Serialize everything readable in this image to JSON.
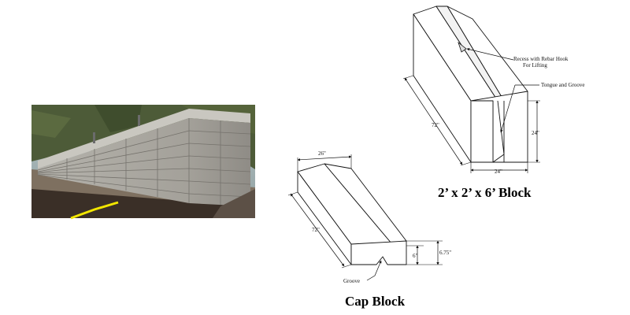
{
  "photo": {
    "subject": "Retaining wall built from textured stone-face concrete blocks",
    "colors": {
      "sky": "#9fb1b6",
      "trees": "#4b5a36",
      "block": "#a8a69f",
      "soil": "#3a2f27",
      "tape": "#f2e600"
    }
  },
  "large_block": {
    "title": "2’ x 2’ x 6’ Block",
    "dims": {
      "length": "72\"",
      "height": "24\"",
      "width": "24\""
    },
    "callouts": {
      "recess_line1": "Recess with Rebar Hook",
      "recess_line2": "For Lifting",
      "tongue": "Tongue and Groove"
    }
  },
  "cap_block": {
    "title": "Cap Block",
    "dims": {
      "top_width": "26\"",
      "length": "72\"",
      "inner_height": "6\"",
      "outer_height": "6.75\""
    },
    "callouts": {
      "groove": "Groove"
    }
  }
}
